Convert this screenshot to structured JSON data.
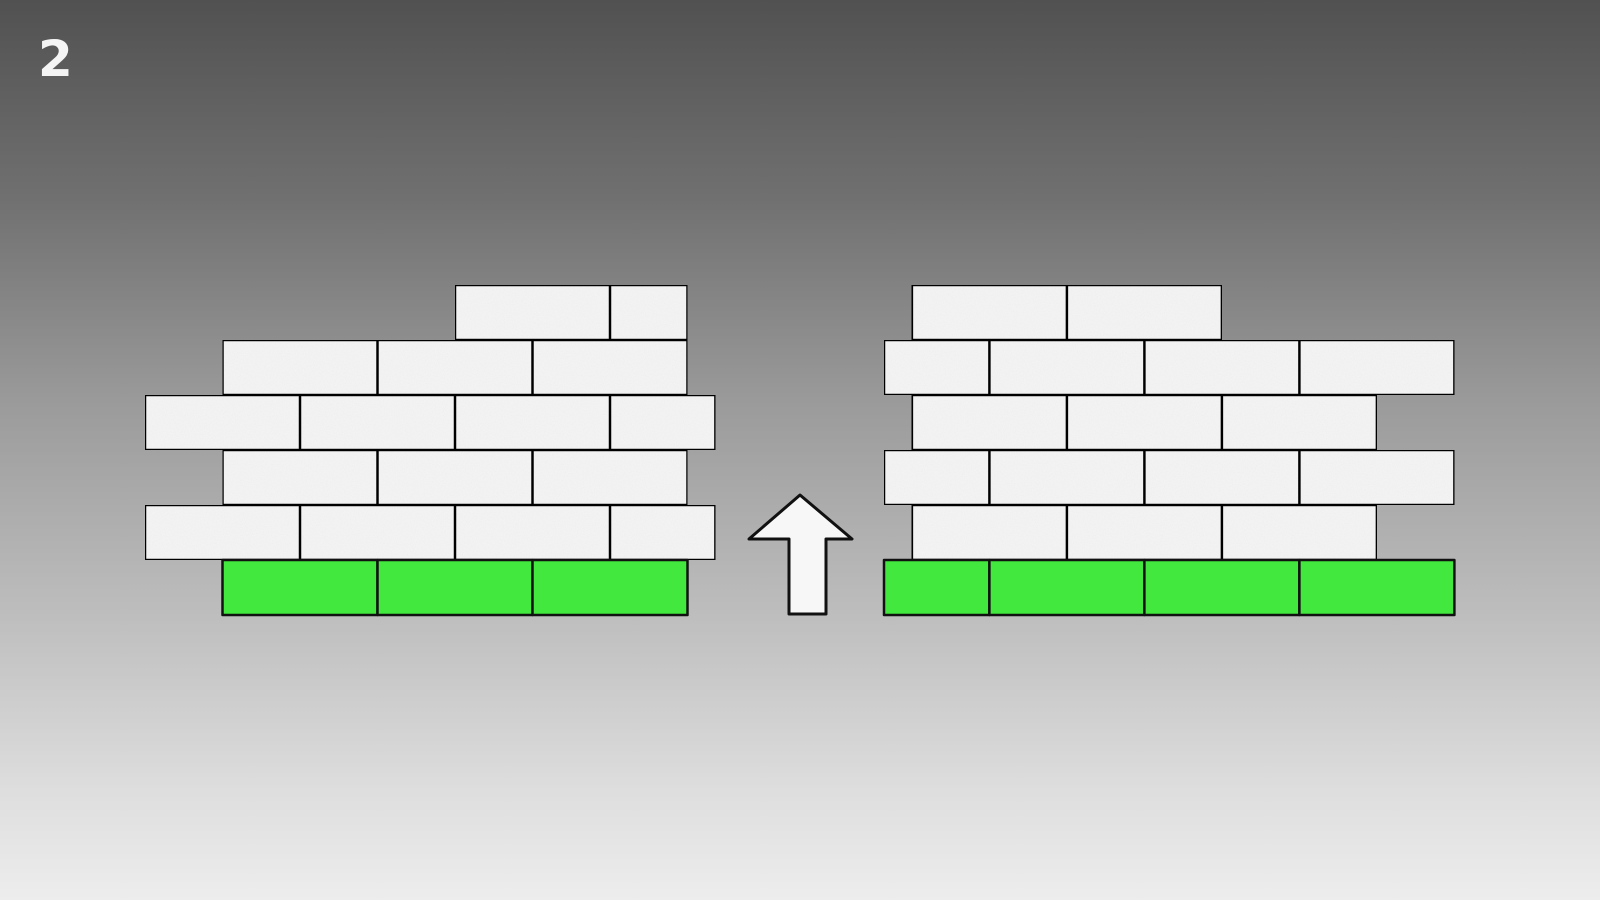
{
  "level": {
    "number": "2"
  },
  "colors": {
    "brick_white": "#f5f5f5",
    "brick_green": "#42e83d",
    "outline": "#111111",
    "arrow_fill": "#f7f7f7"
  },
  "icons": {
    "arrow": "arrow-up-icon"
  },
  "walls": [
    {
      "name": "left-wall",
      "rows": [
        {
          "offset": 2,
          "widths": [
            1,
            0.5
          ],
          "color": "white"
        },
        {
          "offset": 0.5,
          "widths": [
            1,
            1,
            1
          ],
          "color": "white"
        },
        {
          "offset": 0,
          "widths": [
            1,
            1,
            1,
            0.68
          ],
          "color": "white"
        },
        {
          "offset": 0.5,
          "widths": [
            1,
            1,
            1
          ],
          "color": "white"
        },
        {
          "offset": 0,
          "widths": [
            1,
            1,
            1,
            0.68
          ],
          "color": "white"
        },
        {
          "offset": 0.5,
          "widths": [
            1,
            1,
            1
          ],
          "color": "green"
        }
      ]
    },
    {
      "name": "right-wall",
      "rows": [
        {
          "offset": 0.18,
          "widths": [
            1,
            1
          ],
          "color": "white"
        },
        {
          "offset": 0,
          "widths": [
            0.68,
            1,
            1,
            1
          ],
          "color": "white"
        },
        {
          "offset": 0.18,
          "widths": [
            1,
            1,
            1
          ],
          "color": "white"
        },
        {
          "offset": 0,
          "widths": [
            0.68,
            1,
            1,
            1
          ],
          "color": "white"
        },
        {
          "offset": 0.18,
          "widths": [
            1,
            1,
            1
          ],
          "color": "white"
        },
        {
          "offset": 0,
          "widths": [
            0.68,
            1,
            1,
            1
          ],
          "color": "green"
        }
      ]
    }
  ]
}
